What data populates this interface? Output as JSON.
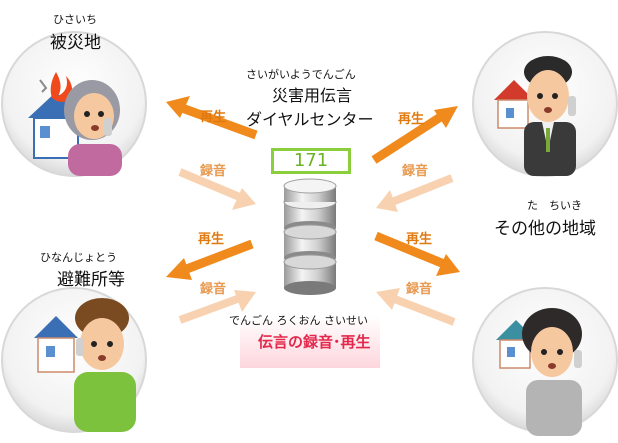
{
  "center": {
    "title_ruby": "さいがいようでんごん",
    "title_line1": "災害用伝言",
    "title_line2": "ダイヤルセンター",
    "number": "171",
    "bottom_ruby": "でんごん ろくおん さいせい",
    "bottom_label": "伝言の録音･再生"
  },
  "nodes": {
    "disaster_area": {
      "ruby": "ひさいち",
      "label": "被災地"
    },
    "other_region": {
      "ruby": "た　ちいき",
      "label": "その他の地域"
    },
    "shelter": {
      "ruby": "ひなんじょとう",
      "label": "避難所等"
    }
  },
  "arrows": {
    "playback": "再生",
    "record": "録音"
  },
  "colors": {
    "playback_arrow": "#f08a1c",
    "record_arrow": "#f8d2b0",
    "badge_border": "#8ccf3c",
    "badge_text": "#6ab326",
    "bottom_label": "#e3284c",
    "circle_edge": "#d8d8d8"
  }
}
